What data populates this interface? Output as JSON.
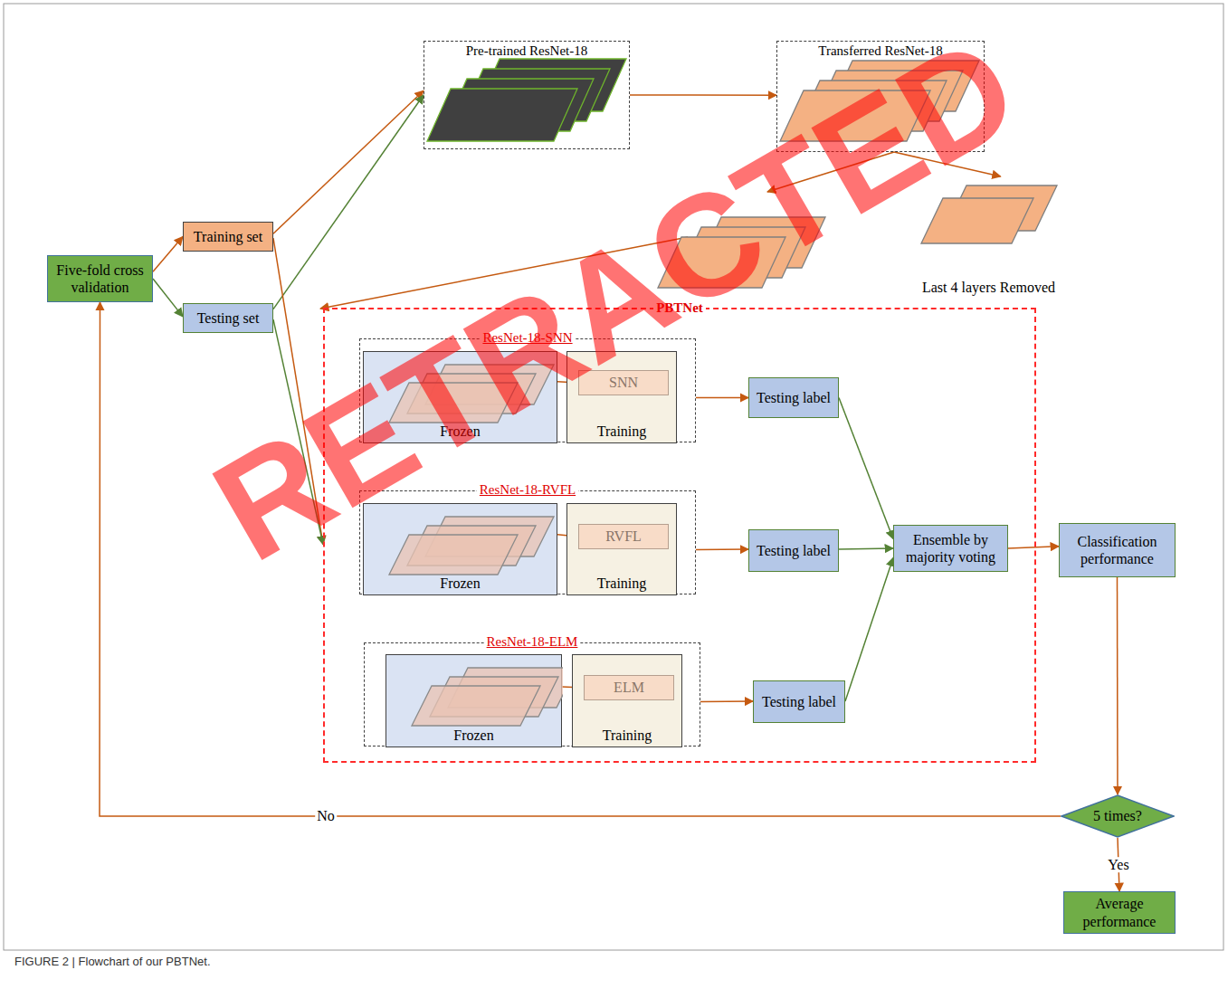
{
  "diagram": {
    "caption": "FIGURE 2 | Flowchart of our PBTNet.",
    "nodes": [
      {
        "text": [
          "Five-fold cross validation"
        ]
      },
      {
        "text": [
          "Training set"
        ]
      },
      {
        "text": [
          "Testing set"
        ]
      },
      {
        "text": [
          "Pre-trained ResNet-18"
        ]
      },
      {
        "text": [
          "Transferred ResNet-18"
        ]
      },
      {
        "text": [
          "Last 4 layers Removed"
        ]
      },
      {
        "text": [
          "PBTNet"
        ]
      },
      {
        "text": [
          "ResNet-18-SNN"
        ],
        "in": 6
      },
      {
        "text": [
          "Frozen"
        ],
        "in": 7
      },
      {
        "text": [
          "Training"
        ],
        "in": 7
      },
      {
        "text": [
          "SNN"
        ],
        "in": 9
      },
      {
        "text": [
          "ResNet-18-RVFL"
        ],
        "in": 6
      },
      {
        "text": [
          "Frozen"
        ],
        "in": 11
      },
      {
        "text": [
          "Training"
        ],
        "in": 11
      },
      {
        "text": [
          "RVFL"
        ],
        "in": 13
      },
      {
        "text": [
          "ResNet-18-ELM"
        ],
        "in": 6
      },
      {
        "text": [
          "Frozen"
        ],
        "in": 15
      },
      {
        "text": [
          "Training"
        ],
        "in": 15
      },
      {
        "text": [
          "ELM"
        ],
        "in": 17
      },
      {
        "text": [
          "Testing label"
        ],
        "in": 6
      },
      {
        "text": [
          "Testing label"
        ],
        "in": 6
      },
      {
        "text": [
          "Testing label"
        ],
        "in": 6
      },
      {
        "text": [
          "Ensemble by majority voting"
        ],
        "in": 6
      },
      {
        "text": [
          "Classification performance"
        ]
      },
      {
        "text": [
          "5 times?"
        ]
      },
      {
        "text": [
          "Average performance"
        ]
      }
    ],
    "edges": [
      {
        "from": 0,
        "to": 1,
        "arrow": "to"
      },
      {
        "from": 0,
        "to": 2,
        "arrow": "to"
      },
      {
        "from": 1,
        "to": 3,
        "arrow": "to"
      },
      {
        "from": 2,
        "to": 3,
        "arrow": "to"
      },
      {
        "from": 3,
        "to": 4,
        "arrow": "to"
      },
      {
        "from": 4,
        "to": 5,
        "arrow": "to"
      },
      {
        "from": 1,
        "to": 6,
        "arrow": "to"
      },
      {
        "from": 2,
        "to": 6,
        "arrow": "to"
      },
      {
        "from": 7,
        "to": 19,
        "arrow": "to"
      },
      {
        "from": 11,
        "to": 20,
        "arrow": "to"
      },
      {
        "from": 15,
        "to": 21,
        "arrow": "to"
      },
      {
        "from": 19,
        "to": 22,
        "arrow": "to"
      },
      {
        "from": 20,
        "to": 22,
        "arrow": "to"
      },
      {
        "from": 21,
        "to": 22,
        "arrow": "to"
      },
      {
        "from": 22,
        "to": 23,
        "arrow": "to"
      },
      {
        "from": 23,
        "to": 24,
        "arrow": "to"
      },
      {
        "from": 24,
        "to": 0,
        "label": "No",
        "arrow": "to"
      },
      {
        "from": 24,
        "to": 25,
        "label": "Yes",
        "arrow": "to"
      },
      {
        "from": 8,
        "to": 10,
        "arrow": "to"
      },
      {
        "from": 12,
        "to": 14,
        "arrow": "to"
      },
      {
        "from": 16,
        "to": 18,
        "arrow": "to"
      }
    ],
    "labels": [
      "RETRACTED"
    ]
  }
}
